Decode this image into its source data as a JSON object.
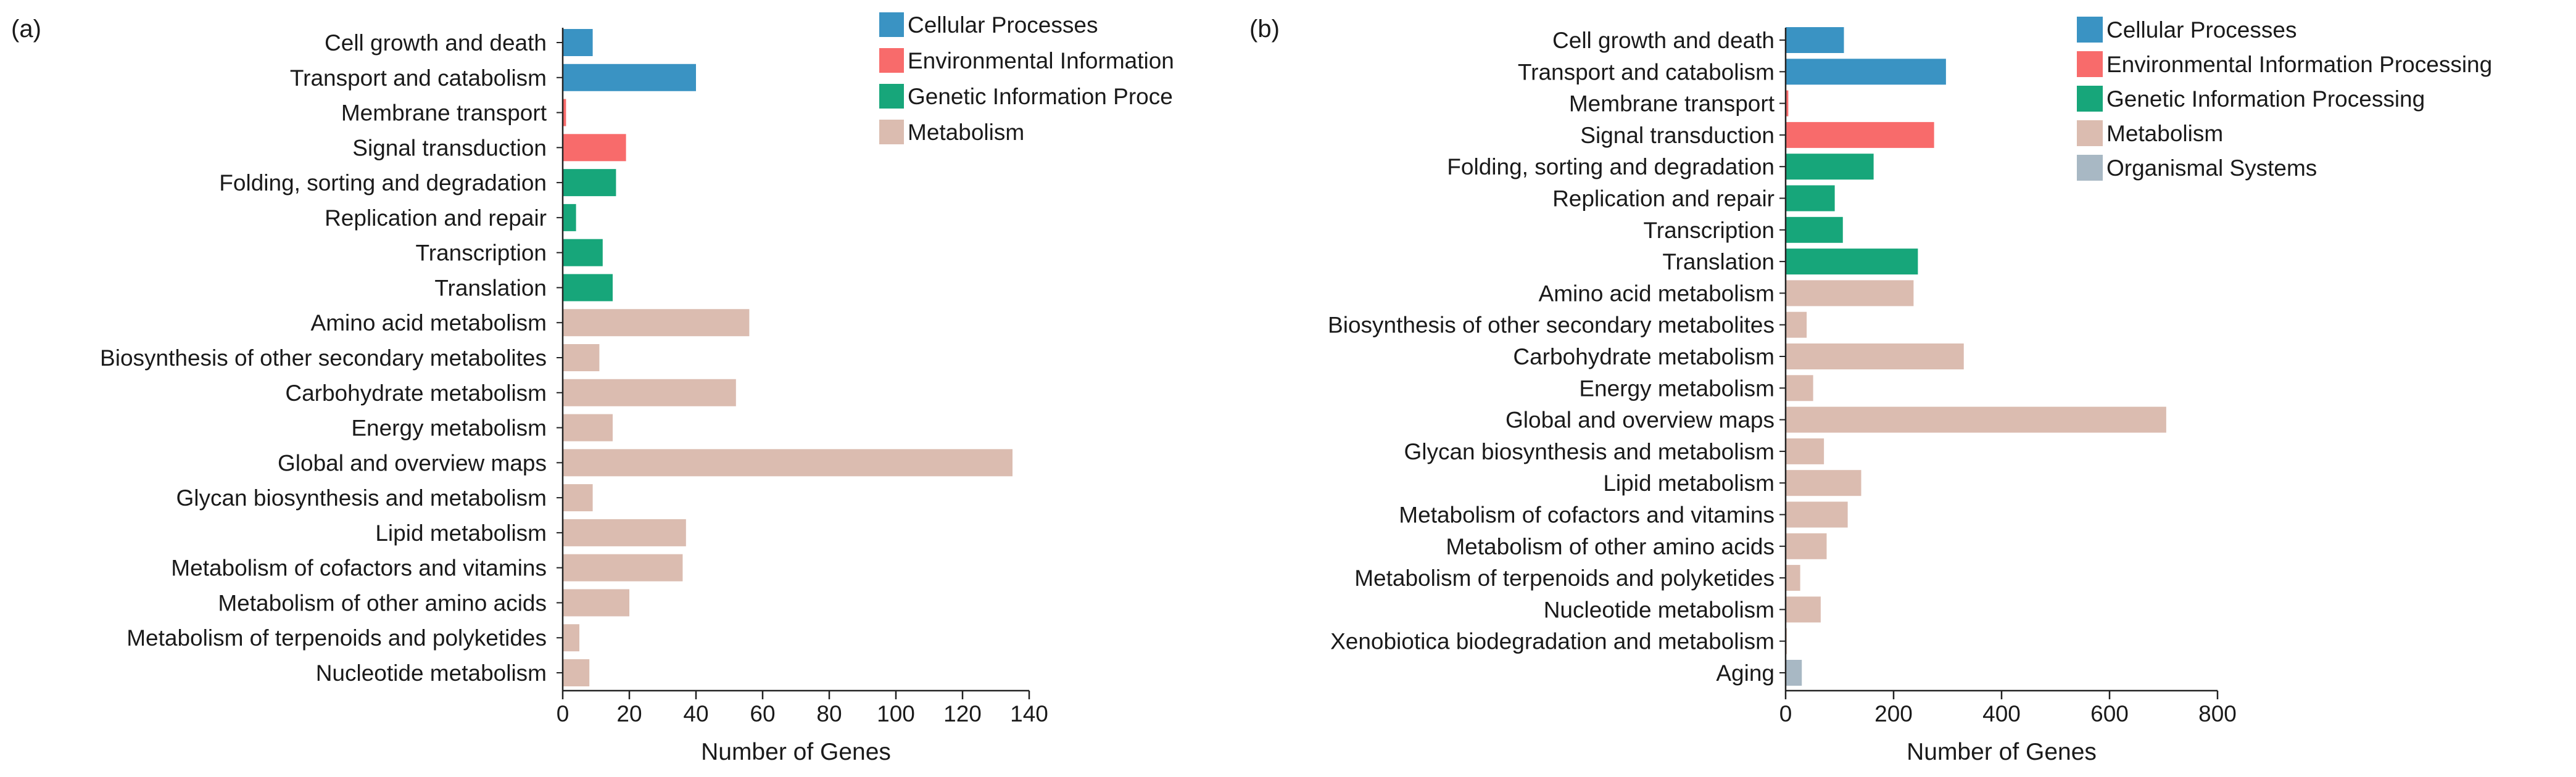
{
  "chart_data": [
    {
      "panel": "(a)",
      "type": "bar",
      "orientation": "horizontal",
      "xlabel": "Number of Genes",
      "xlim": [
        0,
        140
      ],
      "xticks": [
        0,
        20,
        40,
        60,
        80,
        100,
        120,
        140
      ],
      "grid": false,
      "legend_position": "top-right",
      "legend": [
        {
          "label": "Cellular Processes",
          "color": "#3a93c3"
        },
        {
          "label": "Environmental Information",
          "color": "#f86b6b"
        },
        {
          "label": "Genetic Information Proce",
          "color": "#17a67a"
        },
        {
          "label": "Metabolism",
          "color": "#dbbcb0"
        }
      ],
      "categories": [
        {
          "label": "Cell growth and death",
          "value": 9,
          "color": "#3a93c3"
        },
        {
          "label": "Transport and catabolism",
          "value": 40,
          "color": "#3a93c3"
        },
        {
          "label": "Membrane transport",
          "value": 1,
          "color": "#f86b6b"
        },
        {
          "label": "Signal transduction",
          "value": 19,
          "color": "#f86b6b"
        },
        {
          "label": "Folding, sorting and degradation",
          "value": 16,
          "color": "#17a67a"
        },
        {
          "label": "Replication and repair",
          "value": 4,
          "color": "#17a67a"
        },
        {
          "label": "Transcription",
          "value": 12,
          "color": "#17a67a"
        },
        {
          "label": "Translation",
          "value": 15,
          "color": "#17a67a"
        },
        {
          "label": "Amino acid metabolism",
          "value": 56,
          "color": "#dbbcb0"
        },
        {
          "label": "Biosynthesis of other secondary metabolites",
          "value": 11,
          "color": "#dbbcb0"
        },
        {
          "label": "Carbohydrate metabolism",
          "value": 52,
          "color": "#dbbcb0"
        },
        {
          "label": "Energy metabolism",
          "value": 15,
          "color": "#dbbcb0"
        },
        {
          "label": "Global and overview maps",
          "value": 135,
          "color": "#dbbcb0"
        },
        {
          "label": "Glycan biosynthesis and metabolism",
          "value": 9,
          "color": "#dbbcb0"
        },
        {
          "label": "Lipid metabolism",
          "value": 37,
          "color": "#dbbcb0"
        },
        {
          "label": "Metabolism of cofactors and vitamins",
          "value": 36,
          "color": "#dbbcb0"
        },
        {
          "label": "Metabolism of other amino acids",
          "value": 20,
          "color": "#dbbcb0"
        },
        {
          "label": "Metabolism of terpenoids and polyketides",
          "value": 5,
          "color": "#dbbcb0"
        },
        {
          "label": "Nucleotide metabolism",
          "value": 8,
          "color": "#dbbcb0"
        }
      ]
    },
    {
      "panel": "(b)",
      "type": "bar",
      "orientation": "horizontal",
      "xlabel": "Number of Genes",
      "xlim": [
        0,
        800
      ],
      "xticks": [
        0,
        200,
        400,
        600,
        800
      ],
      "grid": false,
      "legend_position": "top-right",
      "legend": [
        {
          "label": "Cellular Processes",
          "color": "#3a93c3"
        },
        {
          "label": "Environmental Information Processing",
          "color": "#f86b6b"
        },
        {
          "label": "Genetic Information Processing",
          "color": "#17a67a"
        },
        {
          "label": "Metabolism",
          "color": "#dbbcb0"
        },
        {
          "label": "Organismal Systems",
          "color": "#a8b8c4"
        }
      ],
      "categories": [
        {
          "label": "Cell growth and death",
          "value": 108,
          "color": "#3a93c3"
        },
        {
          "label": "Transport and catabolism",
          "value": 297,
          "color": "#3a93c3"
        },
        {
          "label": "Membrane transport",
          "value": 5,
          "color": "#f86b6b"
        },
        {
          "label": "Signal transduction",
          "value": 275,
          "color": "#f86b6b"
        },
        {
          "label": "Folding, sorting and degradation",
          "value": 163,
          "color": "#17a67a"
        },
        {
          "label": "Replication and repair",
          "value": 91,
          "color": "#17a67a"
        },
        {
          "label": "Transcription",
          "value": 106,
          "color": "#17a67a"
        },
        {
          "label": "Translation",
          "value": 245,
          "color": "#17a67a"
        },
        {
          "label": "Amino acid metabolism",
          "value": 237,
          "color": "#dbbcb0"
        },
        {
          "label": "Biosynthesis of other secondary metabolites",
          "value": 39,
          "color": "#dbbcb0"
        },
        {
          "label": "Carbohydrate metabolism",
          "value": 330,
          "color": "#dbbcb0"
        },
        {
          "label": "Energy metabolism",
          "value": 51,
          "color": "#dbbcb0"
        },
        {
          "label": "Global and overview maps",
          "value": 705,
          "color": "#dbbcb0"
        },
        {
          "label": "Glycan biosynthesis and metabolism",
          "value": 71,
          "color": "#dbbcb0"
        },
        {
          "label": "Lipid metabolism",
          "value": 140,
          "color": "#dbbcb0"
        },
        {
          "label": "Metabolism of cofactors and vitamins",
          "value": 115,
          "color": "#dbbcb0"
        },
        {
          "label": "Metabolism of other amino acids",
          "value": 76,
          "color": "#dbbcb0"
        },
        {
          "label": "Metabolism of terpenoids and polyketides",
          "value": 27,
          "color": "#dbbcb0"
        },
        {
          "label": "Nucleotide metabolism",
          "value": 65,
          "color": "#dbbcb0"
        },
        {
          "label": "Xenobiotica biodegradation and metabolism",
          "value": 2,
          "color": "#dbbcb0"
        },
        {
          "label": "Aging",
          "value": 30,
          "color": "#a8b8c4"
        }
      ]
    }
  ]
}
